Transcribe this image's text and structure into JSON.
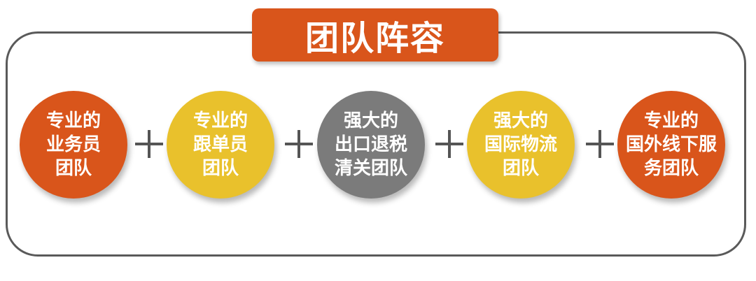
{
  "title": "团队阵容",
  "colors": {
    "orange": "#d9551b",
    "yellow": "#e9c12c",
    "gray": "#7b7b7b",
    "border": "#5a5a5a"
  },
  "teams": [
    {
      "lines": [
        "专业的",
        "业务员",
        "团队"
      ],
      "color": "#d9551b"
    },
    {
      "lines": [
        "专业的",
        "跟单员",
        "团队"
      ],
      "color": "#e9c12c"
    },
    {
      "lines": [
        "强大的",
        "出口退税",
        "清关团队"
      ],
      "color": "#7b7b7b"
    },
    {
      "lines": [
        "强大的",
        "国际物流",
        "团队"
      ],
      "color": "#e9c12c"
    },
    {
      "lines": [
        "专业的",
        "国外线下服",
        "务团队"
      ],
      "color": "#d9551b"
    }
  ]
}
